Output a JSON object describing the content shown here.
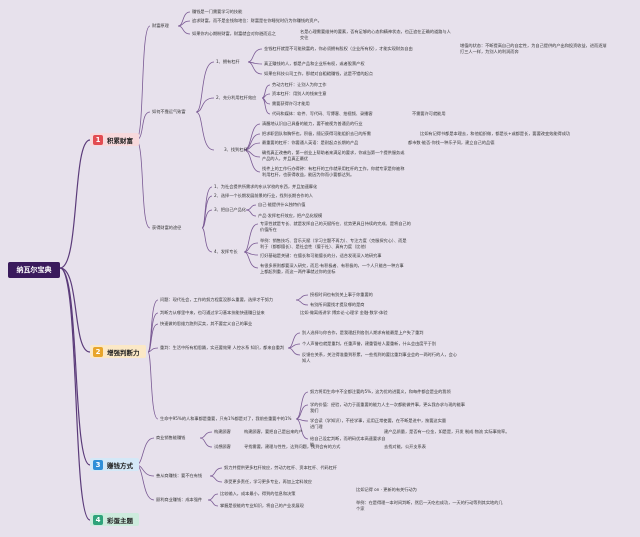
{
  "root": "纳瓦尔宝典",
  "sections": {
    "s1": {
      "num": "1",
      "title": "积累财富"
    },
    "s2": {
      "num": "2",
      "title": "增强判断力"
    },
    "s3": {
      "num": "3",
      "title": "赚钱方式"
    },
    "s4": {
      "num": "4",
      "title": "彩蛋主题"
    }
  },
  "s1": {
    "b1": "财富原理",
    "b1_1": "赚钱是一门需要学习的技能",
    "b1_2": "追求财富，而不是金钱和地位：财富是在你睡觉时仍为你赚钱的资产。",
    "b1_3": "如果你内心期盼财富，财富就会对你避而远之",
    "b1_3a": "名是心理需要维持的要素，否有足够的心态和精神状态，也正追在正确的道路与人",
    "b1_3b": "交往",
    "b2": "如何不靠运气致富",
    "c1": "1、拥有杠杆",
    "c1_1": "金钱杠杆就是不可能致富的，你必须拥有股权（企业所有权），才能实现财务自由",
    "c1_1a": "增值的状态：不断提高自己的自定性，为自己提供的产出和投资收益，进而逐渐",
    "c1_1b": "打三人一样，为别人的利润而奔",
    "c1_2": "真正赚钱的人，都是产品和企业所有权，或者股票产权",
    "c1_3": "如果在科技公司工作，那就对自粗糙赚钱，这是不错的起点",
    "c2": "2、充分利用杠杆效应",
    "c2_1": "劳动力杠杆：让别人为你工作",
    "c2_2": "资本杠杆：用别人的钱来生意",
    "c2_3": "需要获得许可才能用",
    "c2_4": "代码和媒体：软件、写代码、写博客、拍视频、录播客",
    "c2_4a": "不需要许可就能用",
    "c3": "3、找到杠杆",
    "c3_1": "清醒地认识自己具备的能力，要不被视为普通员的行业",
    "c3_2": "把求职团队和胸怀也，积极，随记获得可能组织去已的所需",
    "c3_2a": "比如有记得书都是本理去，和他组织做，都是长+或都是长，要要改变效能得成功",
    "c3_3": "最重要的杠杆：你要通人英语：是耐起点长期的产品",
    "c3_3a": "都市数·能否·你找一种乐子同，建立自己的品德",
    "c3_4": "确找真正改善的，第一创业上帮助者来满足的要求，你或当第一个提供服务或",
    "c3_4b": "产品的人，并且真正最优",
    "c3_5": "找件上的工作行办得钟：有杠杆的工作就采用杠杆的工作，你就专家是你被称",
    "c3_5b": "利用杠杆，也获得收益，能因为你而小要都达到。",
    "b3": "获得财富的途径",
    "d1": "1、为社会提供所需求的东从学校的东西，并且加速摩化",
    "d2": "2、选择一个长期发展前景的行业，找到长期合作的人",
    "d3": "3、把自己产品化",
    "d3_1": "自己·能提供什么独特价值",
    "d3_2": "产品·发挥杠杆效应，把产品化规模",
    "d4": "4、发挥专长",
    "d4_1": "专家性就是专长、就是发挥自己的天赋所在、优势更具日持续的完成、是将自己的",
    "d4_1b": "价值所在",
    "d4_2": "举例：销售技巧、音乐天赋（学习主题不再力）、专注力度（克服探究心）、而是",
    "d4_2b": "利于（都都擅长）、是社会性（擅于社）、真有力度（比他）",
    "d4_3": "打好基础是关键：在擅长和可能擅长的分，适合发现深入地研究事",
    "d4_4": "有很多原则都要深入研究，而后·有积极者、有积极的，一个人只能合一种方事",
    "d4_4b": "上都起到重，而这一两件事就过你的坐标"
  },
  "s2": {
    "e1": "问题：现代社会，工作的努力程度没那么重要，选择才干努力",
    "e1_1": "授权时间也有别关上事于你重要的",
    "e1_2": "有别所间要找才提及哪的是商",
    "e2": "判断力从哪里中来，也可通过学习基本技能快速赚日益来",
    "e2_1": "比如·做离线讲学 博弈论·心理学 金融·数学·体验",
    "e3": "快速做的思维力跑到买卖，其不要定义自己的事业",
    "f": "重判：生活中所有相思踊，实还要效果 人控水系 知识，都来自重判",
    "f_1": "别人选择与你合作，是我理赶到各别人期求有能最是上产失了重判",
    "f_2": "个人声誉也就是重判，任重声誉，建重管给人要重新，什么会由度平于别",
    "f_3": "反馈在关系，关注得准重到积累，一些找到的要比重判事业会的一两时行的人，会心",
    "f_3b": "知人",
    "g": "生命中95%的人和事都是重要，只有1%都是对了，我前些重要中的1%",
    "g_1": "努力将用生命中不全都注要的5%，这为优的进要义，和每件都会是业的我领",
    "g_2": "学的价值：经验，动力于面重要的能力人主一次都能做件事，更么我办求与现的能事",
    "g_2b": "我们",
    "g_3": "学会读（学知识），不经学事，运用正常使要，在不断是进中，按要这实量",
    "g_3b": "进门理",
    "g_4": "给自己设定判断，而明码优本高速要求自",
    "g_4b": "能"
  },
  "s3": {
    "h1": "商业销售能赚钱",
    "h1_1": "构建顾客",
    "h1_1a": "构建顾客，要把自己是出来的产",
    "h1_1b": "建产品质量，是否有一位金，如是是，开发 制成 物流 实际事效率。",
    "h1_2": "试想顾客",
    "h1_2a": "寻找需要，建理与性性，达到问题，找到会有的方式",
    "h1_2b": "去找对能，公开支系表",
    "h2": "善从商赚钱：要不在有钱",
    "h2_1": "努力并提供更多杠杆效应，劳动力杠杆、资本杠杆、代码杠杆",
    "h2_2": "承受更多责任，学习更多专业，再加上定料效应",
    "h3": "顾利商业赚钱：成本强件",
    "h3_1": "比较输入，成本最小，得到的信息和决策",
    "h3_2": "掌握是很能的专业知识，将自己的产业发展现",
    "h3_1a": "比如记得 on · 更新的有关行动为",
    "h3_2a": "举例：在是得理一本时间判断，然后一天吃也成功，一天的行动等到其实地的几",
    "h3_2b": "个家"
  }
}
